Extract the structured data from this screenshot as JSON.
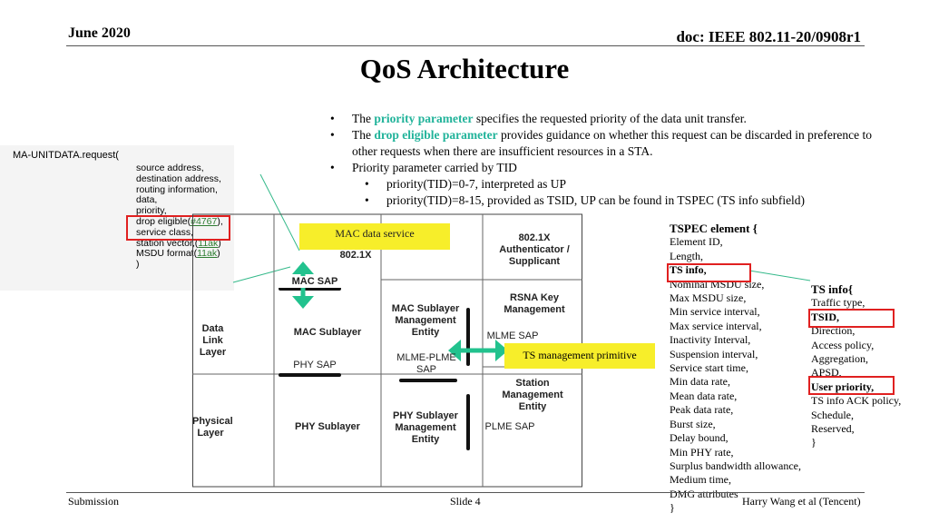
{
  "header": {
    "date": "June 2020",
    "doc": "doc: IEEE 802.11-20/0908r1"
  },
  "title": "QoS Architecture",
  "bullets": {
    "b1_pre": "The ",
    "b1_hl": "priority parameter",
    "b1_post": " specifies the requested priority of the data unit transfer.",
    "b2_pre": "The ",
    "b2_hl": "drop eligible parameter",
    "b2_post": " provides guidance on whether this request can be discarded in preference to other requests when there are insufficient resources in a STA.",
    "b3": "Priority parameter carried by TID",
    "sub1": "priority(TID)=0-7, interpreted as UP",
    "sub2": "priority(TID)=8-15, provided as TSID, UP can be found in TSPEC (TS info subfield)"
  },
  "ma_unitdata": {
    "title": "MA-UNITDATA.request(",
    "params": [
      "source address,",
      "destination address,",
      "routing information,",
      "data,",
      "priority,"
    ],
    "drop_pre": "drop eligible(",
    "drop_link": "#4767",
    "drop_post": "),",
    "service_class": "service class,",
    "station_pre": "station vector,(",
    "station_link": "11ak",
    "station_post": ")",
    "msdu_pre": "MSDU format(",
    "msdu_link": "11ak",
    "msdu_post": ")",
    "close": ")"
  },
  "diagram": {
    "mac_data_service": "MAC data service",
    "std_8021x": "802.1X",
    "auth": "802.1X Authenticator / Supplicant",
    "mac_sap": "MAC SAP",
    "rsna": "RSNA Key Management",
    "dll": "Data Link Layer",
    "mac_sublayer": "MAC Sublayer",
    "mac_mgmt": "MAC Sublayer Management Entity",
    "mlme_sap": "MLME SAP",
    "mlme_plme_sap": "MLME-PLME SAP",
    "ts_mgmt": "TS management primitive",
    "phy_sap": "PHY SAP",
    "sme": "Station Management Entity",
    "phys_layer": "Physical Layer",
    "phy_sublayer": "PHY Sublayer",
    "phy_mgmt": "PHY Sublayer Management Entity",
    "plme_sap": "PLME SAP"
  },
  "tspec": {
    "title": "TSPEC element {",
    "fields": [
      "Element ID,",
      "Length,",
      "TS info,",
      "Nominal MSDU size,",
      "Max MSDU size,",
      "Min service interval,",
      "Max service interval,",
      "Inactivity Interval,",
      "Suspension interval,",
      "Service start time,",
      "Min data rate,",
      "Mean data rate,",
      "Peak data rate,",
      "Burst size,",
      "Delay bound,",
      "Min PHY rate,",
      "Surplus bandwidth allowance,",
      "Medium time,",
      "DMG attributes"
    ],
    "close": "}"
  },
  "ts_info": {
    "title": "TS info{",
    "fields": [
      "Traffic type,",
      "TSID,",
      "Direction,",
      "Access policy,",
      "Aggregation,",
      "APSD,",
      "User priority,",
      "TS info ACK policy,",
      "Schedule,",
      "Reserved,"
    ],
    "close": "}"
  },
  "footer": {
    "left": "Submission",
    "center": "Slide 4",
    "right": "Harry Wang et al (Tencent)"
  },
  "colors": {
    "highlight": "#21b39a",
    "arrow_green": "#22c28e",
    "callout_yellow": "#f7ee2a",
    "red_box": "#e02020"
  }
}
